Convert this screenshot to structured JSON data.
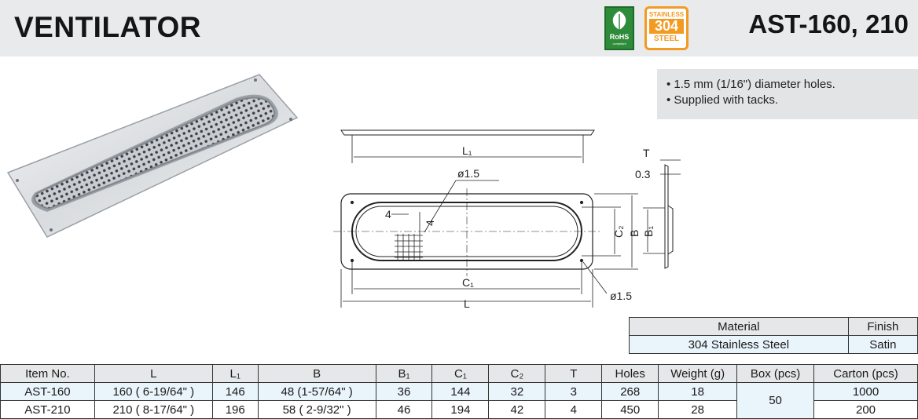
{
  "header": {
    "title": "VENTILATOR",
    "model": "AST-160, 210",
    "rohs_label": "RoHS",
    "rohs_sub": "compliant",
    "steel_badge": {
      "top": "STAINLESS",
      "number": "304",
      "bottom": "STEEL"
    },
    "colors": {
      "header_bg": "#e9eaeb",
      "rohs": "#2e8b3a",
      "steel": "#f39a22"
    }
  },
  "notes": [
    "• 1.5 mm (1/16\") diameter holes.",
    "• Supplied with tacks."
  ],
  "drawing": {
    "labels": {
      "L1": "L₁",
      "L": "L",
      "C1": "C₁",
      "C2": "C₂",
      "B": "B",
      "B1": "B₁",
      "T": "T",
      "t03": "0.3",
      "hole_top": "ø1.5",
      "hole_bottom": "ø1.5",
      "pitch_h": "4",
      "pitch_v": "4"
    }
  },
  "material_table": {
    "headers": [
      "Material",
      "Finish"
    ],
    "row": [
      "304 Stainless Steel",
      "Satin"
    ]
  },
  "spec_table": {
    "headers": [
      "Item No.",
      "L",
      "L₁",
      "B",
      "B₁",
      "C₁",
      "C₂",
      "T",
      "Holes",
      "Weight (g)",
      "Box (pcs)",
      "Carton (pcs)"
    ],
    "rows": [
      [
        "AST-160",
        "160 ( 6-19/64\" )",
        "146",
        "48 (1-57/64\" )",
        "36",
        "144",
        "32",
        "3",
        "268",
        "18",
        "1000"
      ],
      [
        "AST-210",
        "210 ( 8-17/64\" )",
        "196",
        "58 ( 2-9/32\" )",
        "46",
        "194",
        "42",
        "4",
        "450",
        "28",
        "200"
      ]
    ],
    "box_shared": "50"
  }
}
